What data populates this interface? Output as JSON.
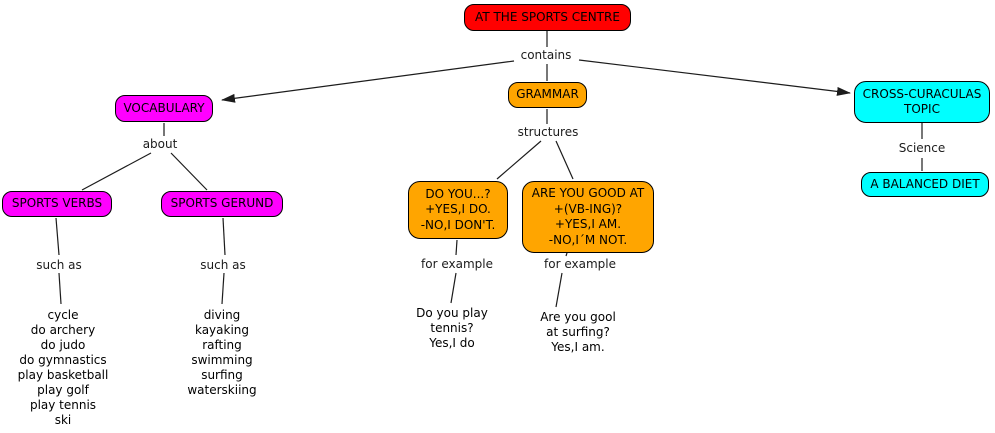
{
  "colors": {
    "root": "#ff0000",
    "vocab": "#ff00ff",
    "grammar": "#ffa500",
    "cross": "#00ffff",
    "line": "#1c1c1c"
  },
  "nodes": {
    "sports_centre": {
      "label": "AT THE SPORTS CENTRE"
    },
    "vocabulary": {
      "label": "VOCABULARY"
    },
    "grammar": {
      "label": "GRAMMAR"
    },
    "cross_topic": {
      "lines": [
        "CROSS-CURACULAS",
        "TOPIC"
      ]
    },
    "sports_verbs": {
      "label": "SPORTS VERBS"
    },
    "sports_gerund": {
      "label": "SPORTS GERUND"
    },
    "do_you": {
      "lines": [
        "DO YOU...?",
        "+YES,I DO.",
        "-NO,I DON'T."
      ]
    },
    "are_you_good": {
      "lines": [
        "ARE YOU GOOD AT",
        "+(VB-ING)?",
        "+YES,I AM.",
        "-NO,I´M NOT."
      ]
    },
    "balanced_diet": {
      "label": "A BALANCED DIET"
    }
  },
  "link_labels": {
    "contains": "contains",
    "about": "about",
    "structures": "structures",
    "science": "Science",
    "such_as_verbs": "such as",
    "such_as_gerund": "such as",
    "for_example_do": "for example",
    "for_example_are": "for example"
  },
  "text_blocks": {
    "verbs_list": [
      "cycle",
      "do archery",
      "do judo",
      "do gymnastics",
      "play basketball",
      "play golf",
      "play tennis",
      "ski"
    ],
    "gerund_list": [
      "diving",
      "kayaking",
      "rafting",
      "swimming",
      "surfing",
      "waterskiing"
    ],
    "example_do": [
      "Do you play",
      "tennis?",
      "Yes,I do"
    ],
    "example_are": [
      "Are you gool",
      "at surfing?",
      "Yes,I am."
    ]
  }
}
